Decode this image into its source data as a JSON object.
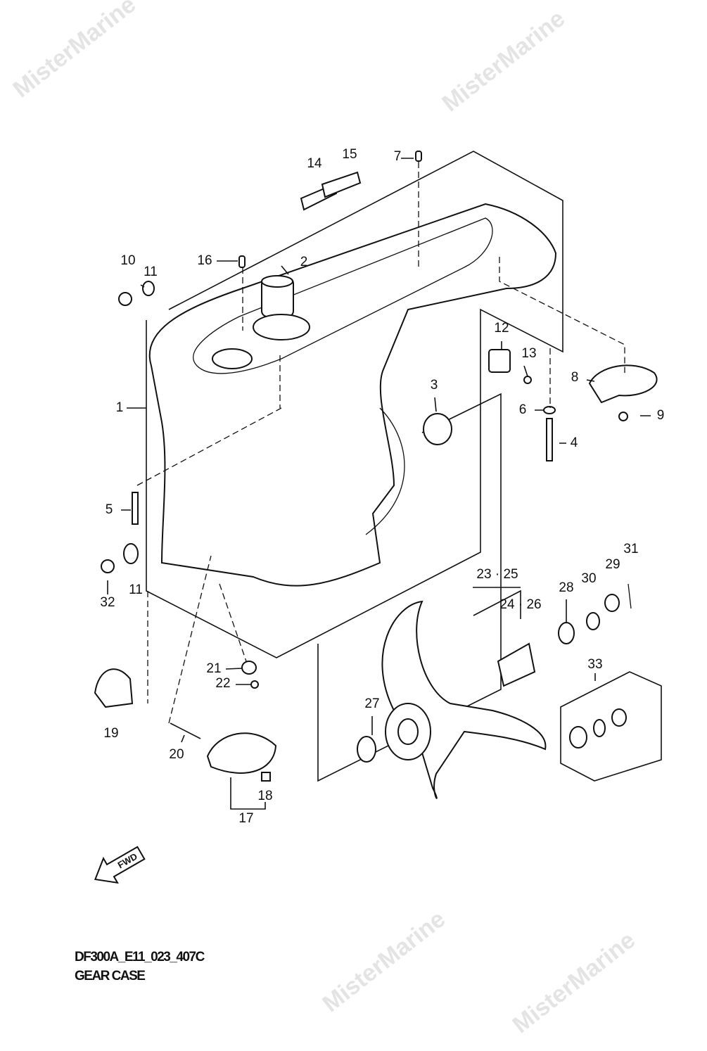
{
  "watermark": "MisterMarine",
  "caption": {
    "code": "DF300A_E11_023_407C",
    "title": "GEAR CASE"
  },
  "fwd_arrow": "FWD",
  "callouts": [
    "1",
    "2",
    "3",
    "4",
    "5",
    "6",
    "7",
    "8",
    "9",
    "10",
    "11",
    "11",
    "12",
    "13",
    "14",
    "15",
    "16",
    "17",
    "18",
    "19",
    "20",
    "21",
    "22",
    "23 · 25",
    "24 · 26",
    "27",
    "28",
    "29",
    "30",
    "31",
    "32",
    "33"
  ]
}
